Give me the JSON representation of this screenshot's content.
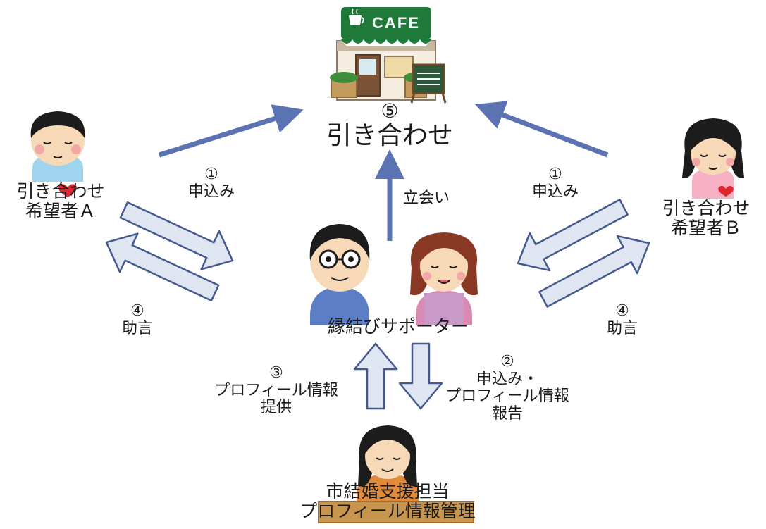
{
  "cafe": {
    "sign": "CAFE"
  },
  "meeting": {
    "num": "⑤",
    "label": "引き合わせ"
  },
  "personA": {
    "line1": "引き合わせ",
    "line2": "希望者Ａ"
  },
  "personB": {
    "line1": "引き合わせ",
    "line2": "希望者Ｂ"
  },
  "applyLeft": {
    "num": "①",
    "label": "申込み"
  },
  "applyRight": {
    "num": "①",
    "label": "申込み"
  },
  "adviceLeft": {
    "num": "④",
    "label": "助言"
  },
  "adviceRight": {
    "num": "④",
    "label": "助言"
  },
  "attend": {
    "label": "立会い"
  },
  "supporters": {
    "label": "縁結びサポーター"
  },
  "provide": {
    "num": "③",
    "line1": "プロフィール情報",
    "line2": "提供"
  },
  "report": {
    "num": "②",
    "line1": "申込み・",
    "line2": "プロフィール情報",
    "line3": "報告"
  },
  "city": {
    "line1": "市結婚支援担当",
    "line2": "プロフィール情報管理"
  },
  "colors": {
    "arrowBlue": "#5b73b2",
    "blockFill": "#dfe5f1",
    "blockStroke": "#44598f",
    "cafeGreen": "#1f7a3a",
    "skin": "#f7d9b8",
    "hairBlack": "#1c1c1c",
    "hairBrown": "#8a3a24"
  }
}
